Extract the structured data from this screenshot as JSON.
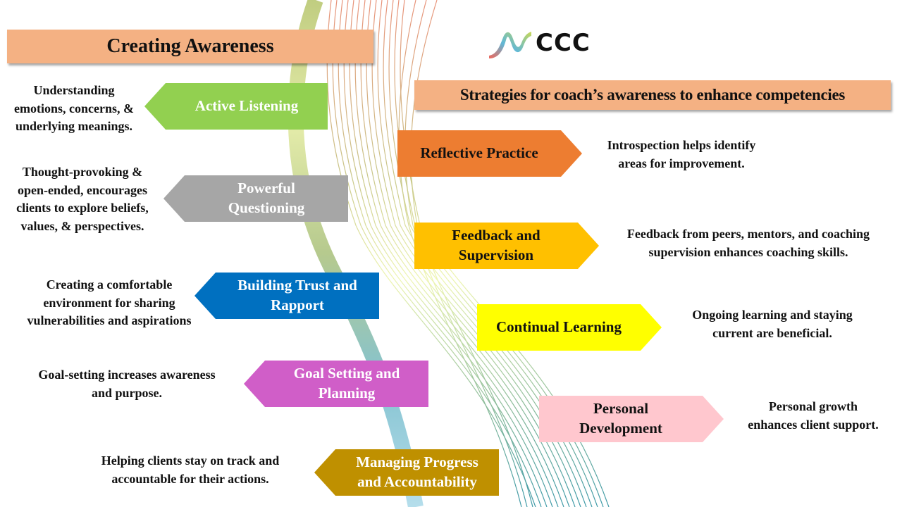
{
  "slide": {
    "left_header": "Creating Awareness",
    "right_header": "Strategies for coach’s awareness to enhance competencies",
    "logo": {
      "text": "CCC",
      "icon": "ribbon-wave-logo-icon"
    },
    "colors": {
      "header_bg": "#f4b183",
      "active_listening": "#92d050",
      "powerful_questioning": "#a6a6a6",
      "building_trust": "#0070c0",
      "goal_setting": "#d05ec8",
      "managing_progress": "#bf9000",
      "reflective_practice": "#ed7d31",
      "feedback_supervision": "#ffc000",
      "continual_learning": "#ffff00",
      "personal_development": "#ffc7ce"
    },
    "left_items": [
      {
        "label": "Active Listening",
        "description": "Understanding\nemotions, concerns, &\nunderlying  meanings."
      },
      {
        "label": "Powerful\nQuestioning",
        "description": "Thought-provoking  &\nopen-ended, encourages\nclients to explore beliefs,\nvalues, & perspectives."
      },
      {
        "label": "Building Trust and\nRapport",
        "description": "Creating a comfortable\nenvironment  for sharing\nvulnerabilities  and aspirations"
      },
      {
        "label": "Goal Setting and\nPlanning",
        "description": "Goal-setting increases awareness\nand purpose."
      },
      {
        "label": "Managing Progress\nand Accountability",
        "description": "Helping  clients stay on track and\naccountable for their actions."
      }
    ],
    "right_items": [
      {
        "label": "Reflective Practice",
        "description": "Introspection  helps identify\nareas for improvement."
      },
      {
        "label": "Feedback and\nSupervision",
        "description": "Feedback from peers, mentors,  and coaching\nsupervision  enhances coaching skills."
      },
      {
        "label": "Continual Learning",
        "description": "Ongoing learning  and staying\ncurrent  are beneficial."
      },
      {
        "label": "Personal\nDevelopment",
        "description": "Personal growth\nenhances client support."
      }
    ]
  }
}
